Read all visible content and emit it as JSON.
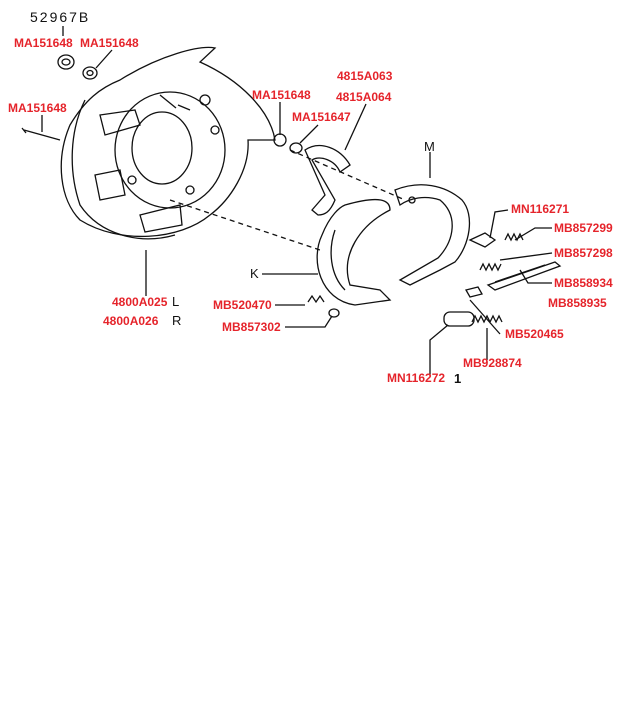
{
  "diagram": {
    "group_code": "52967B",
    "markers": {
      "m": "M",
      "k": "K",
      "l": "L",
      "r": "R",
      "one": "1"
    },
    "parts": [
      {
        "id": "p1",
        "number": "MA151648"
      },
      {
        "id": "p2",
        "number": "MA151648"
      },
      {
        "id": "p3",
        "number": "MA151648"
      },
      {
        "id": "p4",
        "number": "MA151648"
      },
      {
        "id": "p5",
        "number": "4815A063"
      },
      {
        "id": "p6",
        "number": "4815A064"
      },
      {
        "id": "p7",
        "number": "MA151647"
      },
      {
        "id": "p8",
        "number": "MN116271"
      },
      {
        "id": "p9",
        "number": "MB857299"
      },
      {
        "id": "p10",
        "number": "MB857298"
      },
      {
        "id": "p11",
        "number": "MB858934"
      },
      {
        "id": "p12",
        "number": "MB858935"
      },
      {
        "id": "p13",
        "number": "4800A025"
      },
      {
        "id": "p14",
        "number": "4800A026"
      },
      {
        "id": "p15",
        "number": "MB520470"
      },
      {
        "id": "p16",
        "number": "MB857302"
      },
      {
        "id": "p17",
        "number": "MB520465"
      },
      {
        "id": "p18",
        "number": "MB928874"
      },
      {
        "id": "p19",
        "number": "MN116272"
      }
    ],
    "colors": {
      "label": "#e5242b",
      "line": "#111111"
    }
  }
}
